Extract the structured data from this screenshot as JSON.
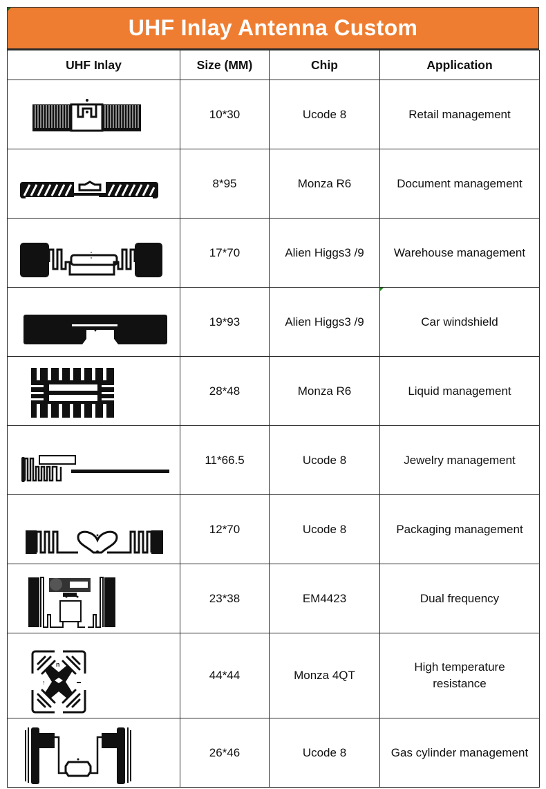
{
  "title": "UHF Inlay Antenna Custom",
  "colors": {
    "title_band": "#ee7d31",
    "title_text": "#ffffff",
    "grid": "#2a2a2a"
  },
  "columns": [
    "UHF Inlay",
    "Size (MM)",
    "Chip",
    "Application"
  ],
  "rows": [
    {
      "inlay_icon": "wet-inlay-dense-comb-antenna-icon",
      "size": "10*30",
      "chip": "Ucode 8",
      "application": "Retail management"
    },
    {
      "inlay_icon": "slanted-dipole-strip-antenna-icon",
      "size": "8*95",
      "chip": "Monza R6",
      "application": "Document management"
    },
    {
      "inlay_icon": "meander-pad-dipole-antenna-icon",
      "size": "17*70",
      "chip": "Alien Higgs3 /9",
      "application": "Warehouse management"
    },
    {
      "inlay_icon": "solid-windshield-bar-antenna-icon",
      "size": "19*93",
      "chip": "Alien Higgs3 /9",
      "application": "Car windshield"
    },
    {
      "inlay_icon": "comb-grid-antenna-icon",
      "size": "28*48",
      "chip": "Monza R6",
      "application": "Liquid management"
    },
    {
      "inlay_icon": "long-tail-meander-antenna-icon",
      "size": "11*66.5",
      "chip": "Ucode 8",
      "application": "Jewelry management"
    },
    {
      "inlay_icon": "heart-loop-meander-antenna-icon",
      "size": "12*70",
      "chip": "Ucode 8",
      "application": "Packaging management"
    },
    {
      "inlay_icon": "dual-frequency-hf-uhf-antenna-icon",
      "size": "23*38",
      "chip": "EM4423",
      "application": "Dual frequency"
    },
    {
      "inlay_icon": "cross-quad-square-antenna-icon",
      "size": "44*44",
      "chip": "Monza 4QT",
      "application": "High temperature resistance",
      "application_lines": [
        "High temperature",
        "resistance"
      ]
    },
    {
      "inlay_icon": "cylinder-bracket-antenna-icon",
      "size": "26*46",
      "chip": "Ucode 8",
      "application": "Gas cylinder management"
    }
  ]
}
